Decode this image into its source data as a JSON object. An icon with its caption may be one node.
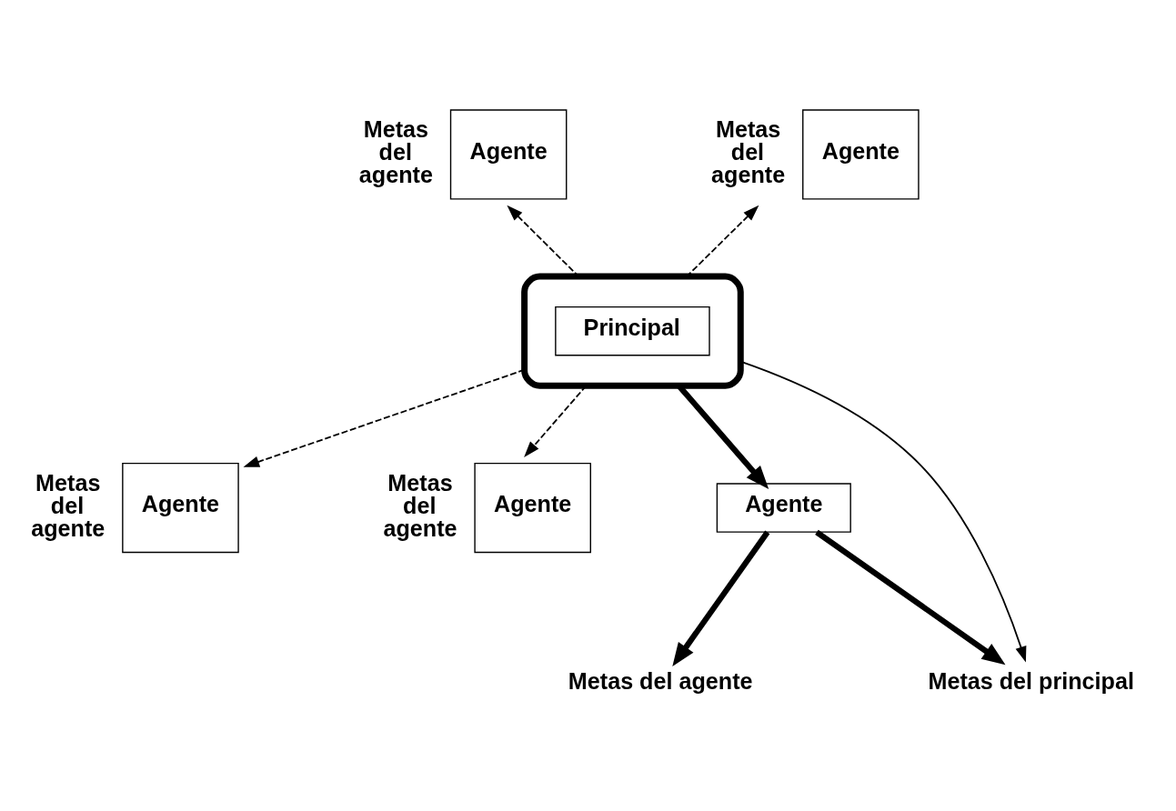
{
  "diagram": {
    "nodes": [
      {
        "text": [],
        "shape": "ellipse"
      },
      {
        "text": [
          "Principal"
        ],
        "in": 0
      },
      {
        "text": [
          "Agente"
        ],
        "beside": [
          "Metas del agente"
        ]
      },
      {
        "text": [
          "Agente"
        ],
        "beside": [
          "Metas del agente"
        ]
      },
      {
        "text": [
          "Agente"
        ],
        "beside": [
          "Metas del agente"
        ]
      },
      {
        "text": [
          "Agente"
        ],
        "beside": [
          "Metas del agente"
        ]
      },
      {
        "text": [
          "Agente"
        ]
      },
      {
        "text": [
          "Metas del agente"
        ]
      },
      {
        "text": [
          "Metas del principal"
        ]
      }
    ],
    "edges": [
      {
        "from": 0,
        "to": 2,
        "arrow": "to",
        "style": "dashed"
      },
      {
        "from": 0,
        "to": 3,
        "arrow": "to",
        "style": "dashed"
      },
      {
        "from": 0,
        "to": 4,
        "arrow": "to",
        "style": "dashed"
      },
      {
        "from": 0,
        "to": 5,
        "arrow": "to",
        "style": "dashed"
      },
      {
        "from": 0,
        "to": 6,
        "arrow": "to",
        "style": "thick"
      },
      {
        "from": 0,
        "to": 8,
        "arrow": "to"
      },
      {
        "from": 6,
        "to": 7,
        "arrow": "to",
        "style": "thick"
      },
      {
        "from": 6,
        "to": 8,
        "arrow": "to",
        "style": "thick"
      }
    ]
  }
}
